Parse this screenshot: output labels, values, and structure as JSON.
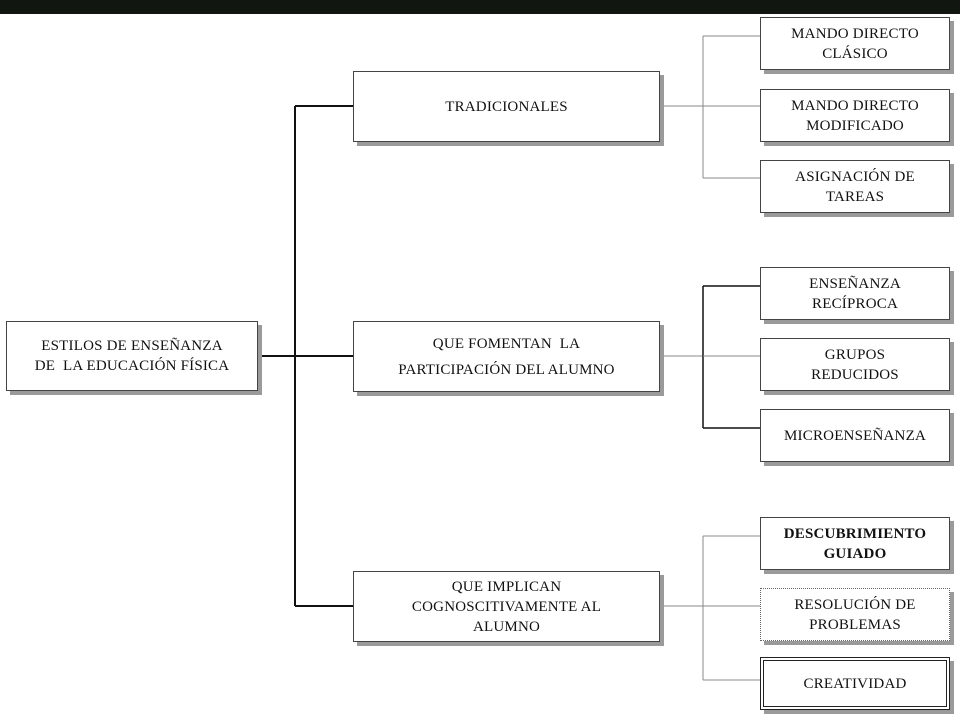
{
  "root": {
    "lines": [
      "ESTILOS DE ENSEÑANZA",
      "DE  LA EDUCACIÓN FÍSICA"
    ]
  },
  "categories": [
    {
      "lines": [
        "TRADICIONALES"
      ],
      "children": [
        {
          "lines": [
            "MANDO DIRECTO",
            "CLÁSICO"
          ]
        },
        {
          "lines": [
            "MANDO DIRECTO",
            "MODIFICADO"
          ]
        },
        {
          "lines": [
            "ASIGNACIÓN DE",
            "TAREAS"
          ]
        }
      ]
    },
    {
      "lines": [
        "QUE FOMENTAN  LA",
        "PARTICIPACIÓN DEL ALUMNO"
      ],
      "children": [
        {
          "lines": [
            "ENSEÑANZA",
            "RECÍPROCA"
          ]
        },
        {
          "lines": [
            "GRUPOS",
            "REDUCIDOS"
          ]
        },
        {
          "lines": [
            "MICROENSEÑANZA"
          ]
        }
      ]
    },
    {
      "lines": [
        "QUE IMPLICAN",
        "COGNOSCITIVAMENTE AL",
        "ALUMNO"
      ],
      "children": [
        {
          "lines": [
            "DESCUBRIMIENTO",
            "GUIADO"
          ]
        },
        {
          "lines": [
            "RESOLUCIÓN DE",
            "PROBLEMAS"
          ]
        },
        {
          "lines": [
            "CREATIVIDAD"
          ]
        }
      ]
    }
  ]
}
